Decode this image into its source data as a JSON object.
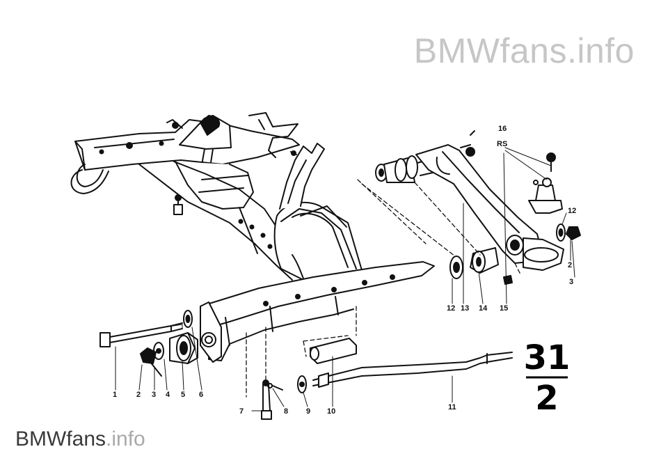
{
  "watermark": {
    "top_text": "BMWfans.info",
    "bottom_brand": "BMWfans",
    "bottom_tld": ".info"
  },
  "group": {
    "main": "31",
    "sub": "2"
  },
  "callouts": {
    "c1": "1",
    "c2a": "2",
    "c3a": "3",
    "c4": "4",
    "c5": "5",
    "c6": "6",
    "c7": "7",
    "c8": "8",
    "c9": "9",
    "c10": "10",
    "c11": "11",
    "c12a": "12",
    "c13": "13",
    "c14": "14",
    "c15": "15",
    "c16": "16",
    "rs": "RS",
    "c12b": "12",
    "c2b": "2",
    "c3b": "3"
  },
  "colors": {
    "ink": "#111111",
    "watermark_light": "#c6c6c6",
    "watermark_dark": "#3a3a3a"
  }
}
